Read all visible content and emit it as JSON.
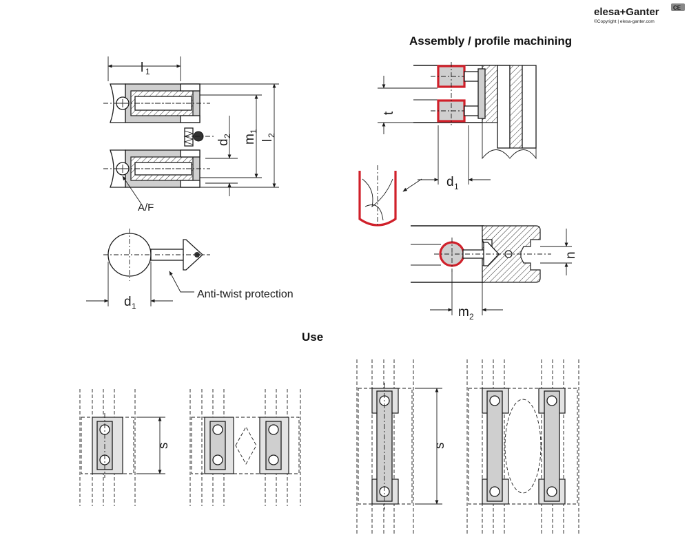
{
  "brand": {
    "logo_text": "elesa+Ganter",
    "copyright": "©Copyright | elesa-ganter.com",
    "badge": "CE"
  },
  "labels": {
    "assembly_title": "Assembly / profile machining",
    "use_title": "Use",
    "anti_twist": "Anti-twist protection",
    "af": "A/F"
  },
  "dimensions": {
    "l": "l",
    "d": "d",
    "m": "m",
    "t": "t",
    "n": "n",
    "s": "s",
    "sub1": "1",
    "sub2": "2"
  },
  "colors": {
    "accent_red": "#d0202a",
    "part_gray": "#cfcfcf"
  }
}
